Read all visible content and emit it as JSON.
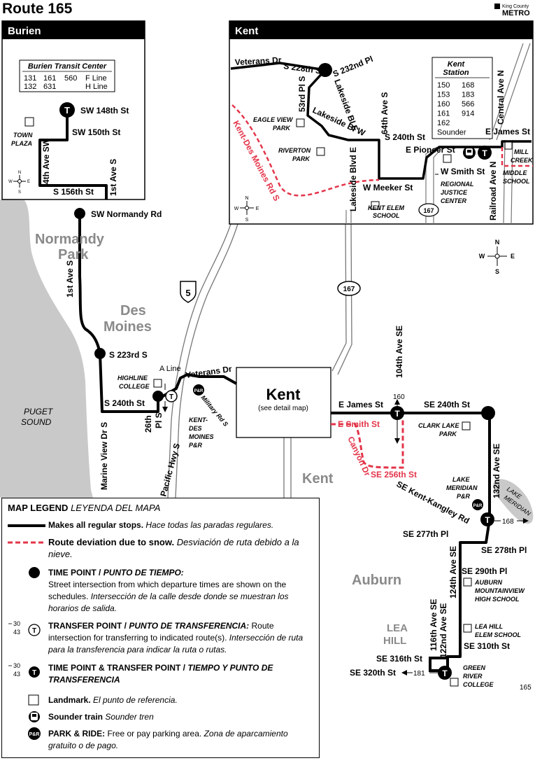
{
  "header": {
    "route": "Route 165",
    "agency_small": "King County",
    "agency_big": "METRO"
  },
  "panels": {
    "burien": "Burien",
    "kent": "Kent"
  },
  "burien_tc": {
    "title": "Burien Transit Center",
    "rows": [
      [
        "131",
        "161",
        "560",
        "F Line"
      ],
      [
        "132",
        "631",
        "",
        "H Line"
      ]
    ]
  },
  "kent_station": {
    "title1": "Kent",
    "title2": "Station",
    "rows": [
      [
        "150",
        "168"
      ],
      [
        "153",
        "183"
      ],
      [
        "160",
        "566"
      ],
      [
        "161",
        "914"
      ],
      [
        "162",
        ""
      ],
      [
        "Sounder",
        ""
      ]
    ]
  },
  "streets": {
    "sw148": "SW 148th St",
    "sw150": "SW 150th St",
    "ave4": "4th Ave SW",
    "ave1s": "1st Ave S",
    "sw156": "S 156th St",
    "normandy": "SW Normandy Rd",
    "ave1s_main": "1st Ave S",
    "s223": "S 223rd S",
    "s240": "S 240th St",
    "marine": "Marine View Dr S",
    "pl26": "26th",
    "pl26b": "Pl S",
    "pachwy": "Pacific Hwy S",
    "aline": "A Line",
    "veterans": "Veterans Dr",
    "military": "Military Rd S",
    "k_veterans": "Veterans Dr",
    "k_s228": "S 228th St",
    "k_s232": "S 232nd Pl",
    "k_53rd": "53rd Pl S",
    "k_lakesideblvde_top": "Lakeside Bl E",
    "k_lakesideblvdw": "Lakeside Bl W",
    "k_64th": "64th Ave S",
    "k_s240": "S 240th St",
    "k_lakeside": "Lakeside Blvd E",
    "k_wmeeker": "W Meeker St",
    "k_kdm": "Kent-Des Moines Rd S",
    "k_epioneer": "E Pioneer St",
    "k_wsmith": "W Smith St",
    "k_ejames": "E James St",
    "k_central": "Central Ave N",
    "k_railroad": "Railroad Ave N",
    "ejames": "E James St",
    "ave104": "104th Ave SE",
    "se240": "SE 240th St",
    "esmith": "E Smith St",
    "canyon": "Canyon Dr",
    "se256": "SE 256th St",
    "ave132": "132nd Ave SE",
    "kentkangley": "SE Kent-Kangley Rd",
    "se277": "SE 277th Pl",
    "se278": "SE 278th Pl",
    "ave124": "124th Ave SE",
    "se290": "SE 290th Pl",
    "se310": "SE 310th St",
    "ave116": "116th Ave SE",
    "ave122": "122nd Ave SE",
    "se316": "SE 316th St",
    "se320": "SE 320th St"
  },
  "landmarks": {
    "town": "TOWN",
    "plaza": "PLAZA",
    "highline1": "HIGHLINE",
    "highline2": "COLLEGE",
    "kdm1": "KENT-",
    "kdm2": "DES",
    "kdm3": "MOINES",
    "kdm4": "P&R",
    "eagle1": "EAGLE VIEW",
    "eagle2": "PARK",
    "riverton1": "RIVERTON",
    "riverton2": "PARK",
    "kentelem1": "KENT ELEM",
    "kentelem2": "SCHOOL",
    "regional1": "REGIONAL",
    "regional2": "JUSTICE",
    "regional3": "CENTER",
    "millcreek1": "MILL",
    "millcreek2": "CREEK",
    "millcreek3": "MIDDLE",
    "millcreek4": "SCHOOL",
    "clark1": "CLARK LAKE",
    "clark2": "PARK",
    "meridian1": "LAKE",
    "meridian2": "MERIDIAN",
    "meridian3": "P&R",
    "lakemeridian1": "LAKE",
    "lakemeridian2": "MERIDIAN",
    "auburnmv1": "AUBURN",
    "auburnmv2": "MOUNTAINVIEW",
    "auburnmv3": "HIGH SCHOOL",
    "leahill1": "LEA HILL",
    "leahill2": "ELEM SCHOOL",
    "green1": "GREEN",
    "green2": "RIVER",
    "green3": "COLLEGE",
    "puget1": "PUGET",
    "puget2": "SOUND",
    "kentbox": "Kent",
    "kentbox_sub": "(see detail map)"
  },
  "cities": {
    "normandy1": "Normandy",
    "normandy2": "Park",
    "desmoines1": "Des",
    "desmoines2": "Moines",
    "kent": "Kent",
    "auburn": "Auburn",
    "leahill1": "LEA",
    "leahill2": "HILL"
  },
  "shields": {
    "i5": "5",
    "sr167_main": "167",
    "sr167_detail": "167"
  },
  "route_labels": {
    "r160": "160",
    "r168": "168",
    "r181": "181",
    "map_num": "165"
  },
  "compass": {
    "n": "N",
    "s": "S",
    "e": "E",
    "w": "W"
  },
  "legend": {
    "title_en": "MAP LEGEND",
    "title_es": "LEYENDA DEL MAPA",
    "regular_en": "Makes all regular stops.",
    "regular_es": "Hace todas las paradas regulares.",
    "snow_en": "Route deviation due to snow.",
    "snow_es": "Desviación de ruta debido a la nieve.",
    "time_en": "TIME POINT",
    "time_es": "PUNTO DE TIEMPO:",
    "time_desc_en": "Street intersection from which departure times are shown on the schedules.",
    "time_desc_es": "Intersección de la calle desde donde se muestran los horarios de salida.",
    "transfer_en": "TRANSFER POINT",
    "transfer_es": "PUNTO DE TRANSFERENCIA:",
    "transfer_desc_en": "Route intersection for transferring to indicated route(s).",
    "transfer_desc_es": "Intersección de ruta para la transferencia para indicar la ruta o rutas.",
    "tt_en": "TIME POINT & TRANSFER POINT",
    "tt_es": "TIEMPO Y PUNTO DE TRANSFERENCIA",
    "landmark_en": "Landmark.",
    "landmark_es": "El punto de referencia.",
    "sounder_en": "Sounder train",
    "sounder_es": "Sounder tren",
    "pr_en": "PARK & RIDE:",
    "pr_desc_en": "Free or pay parking area.",
    "pr_desc_es": "Zona de aparcamiento gratuito o de pago.",
    "ex_num1": "30",
    "ex_num2": "43",
    "t_letter": "T",
    "pr_label": "P&R"
  },
  "colors": {
    "route": "#000000",
    "snow": "#e3354a",
    "water": "#c9c9c9",
    "city": "#8a8a8a"
  }
}
